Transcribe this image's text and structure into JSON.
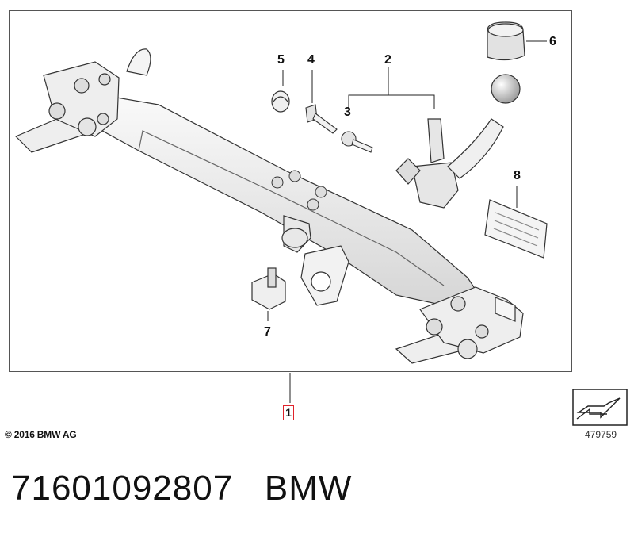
{
  "diagram": {
    "callouts": {
      "main": "1",
      "ball_neck": "2",
      "bolt": "3",
      "key": "4",
      "plug": "5",
      "cap": "6",
      "socket_holder": "7",
      "label_plate": "8"
    },
    "copyright": "© 2016 BMW AG",
    "image_number": "479759"
  },
  "footer": {
    "part_number": "71601092807",
    "brand": "BMW"
  },
  "colors": {
    "accent_red": "#e0232b",
    "line": "#333333",
    "fill_light": "#f2f2f2",
    "fill_mid": "#d8d8d8"
  }
}
